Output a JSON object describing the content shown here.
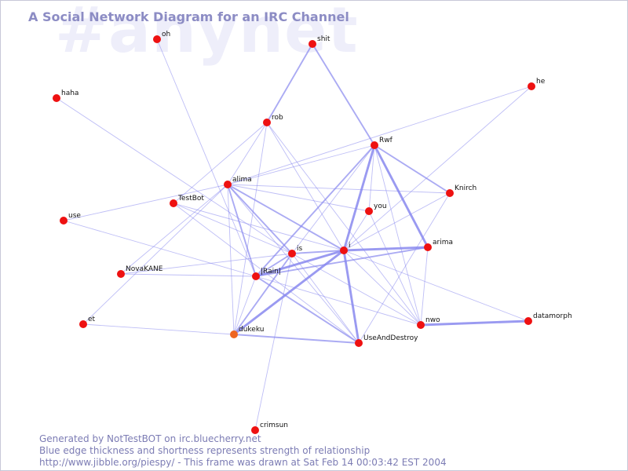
{
  "watermark": "#anynet",
  "title": "A Social Network Diagram for an IRC Channel",
  "footer": {
    "line1": "Generated by NotTestBOT on irc.bluecherry.net",
    "line2": "Blue edge thickness and shortness represents strength of relationship",
    "line3": "http://www.jibble.org/piespy/ - This frame was drawn at Sat Feb 14 00:03:42 EST 2004"
  },
  "colors": {
    "edge": "#8888ee",
    "node": "#ee1111",
    "node_highlight": "#ee6622",
    "title": "#8c8cc4",
    "watermark": "#eeeefa",
    "footer": "#7c7cb4"
  },
  "nodes": [
    {
      "id": "oh",
      "label": "oh",
      "color": "#ee1111"
    },
    {
      "id": "shit",
      "label": "shit",
      "color": "#ee1111"
    },
    {
      "id": "he",
      "label": "he",
      "color": "#ee1111"
    },
    {
      "id": "haha",
      "label": "haha",
      "color": "#ee1111"
    },
    {
      "id": "rob",
      "label": "rob",
      "color": "#ee1111"
    },
    {
      "id": "Rwf",
      "label": "Rwf",
      "color": "#ee1111"
    },
    {
      "id": "alima",
      "label": "alima",
      "color": "#ee1111"
    },
    {
      "id": "Knirch",
      "label": "Knirch",
      "color": "#ee1111"
    },
    {
      "id": "TestBot",
      "label": "TestBot",
      "color": "#ee1111"
    },
    {
      "id": "you",
      "label": "you",
      "color": "#ee1111"
    },
    {
      "id": "use",
      "label": "use",
      "color": "#ee1111"
    },
    {
      "id": "arima",
      "label": "arima",
      "color": "#ee1111"
    },
    {
      "id": "is",
      "label": "is",
      "color": "#ee1111"
    },
    {
      "id": "i",
      "label": "i",
      "color": "#ee1111"
    },
    {
      "id": "NovaKANE",
      "label": "NovaKANE",
      "color": "#ee1111"
    },
    {
      "id": "Rain",
      "label": "|Rain|",
      "color": "#ee1111"
    },
    {
      "id": "et",
      "label": "et",
      "color": "#ee1111"
    },
    {
      "id": "nwo",
      "label": "nwo",
      "color": "#ee1111"
    },
    {
      "id": "datamorph",
      "label": "datamorph",
      "color": "#ee1111"
    },
    {
      "id": "dukeku",
      "label": "dukeku",
      "color": "#ee6622"
    },
    {
      "id": "UseAndDestroy",
      "label": "UseAndDestroy",
      "color": "#ee1111"
    },
    {
      "id": "crimsun",
      "label": "crimsun",
      "color": "#ee1111"
    }
  ],
  "edges": [
    {
      "source": "oh",
      "target": "Rain",
      "weight": 1
    },
    {
      "source": "shit",
      "target": "rob",
      "weight": 2
    },
    {
      "source": "shit",
      "target": "Rwf",
      "weight": 2
    },
    {
      "source": "he",
      "target": "alima",
      "weight": 1
    },
    {
      "source": "he",
      "target": "i",
      "weight": 1
    },
    {
      "source": "haha",
      "target": "is",
      "weight": 1
    },
    {
      "source": "rob",
      "target": "alima",
      "weight": 1
    },
    {
      "source": "rob",
      "target": "i",
      "weight": 1
    },
    {
      "source": "rob",
      "target": "TestBot",
      "weight": 1
    },
    {
      "source": "rob",
      "target": "nwo",
      "weight": 1
    },
    {
      "source": "rob",
      "target": "dukeku",
      "weight": 1
    },
    {
      "source": "Rwf",
      "target": "alima",
      "weight": 1
    },
    {
      "source": "Rwf",
      "target": "i",
      "weight": 3
    },
    {
      "source": "Rwf",
      "target": "you",
      "weight": 1
    },
    {
      "source": "Rwf",
      "target": "arima",
      "weight": 3
    },
    {
      "source": "Rwf",
      "target": "is",
      "weight": 1
    },
    {
      "source": "Rwf",
      "target": "Rain",
      "weight": 2
    },
    {
      "source": "Rwf",
      "target": "Knirch",
      "weight": 2
    },
    {
      "source": "Rwf",
      "target": "nwo",
      "weight": 1
    },
    {
      "source": "alima",
      "target": "Knirch",
      "weight": 1
    },
    {
      "source": "alima",
      "target": "you",
      "weight": 1
    },
    {
      "source": "alima",
      "target": "i",
      "weight": 2
    },
    {
      "source": "alima",
      "target": "is",
      "weight": 2
    },
    {
      "source": "alima",
      "target": "Rain",
      "weight": 2
    },
    {
      "source": "alima",
      "target": "dukeku",
      "weight": 1
    },
    {
      "source": "alima",
      "target": "UseAndDestroy",
      "weight": 1
    },
    {
      "source": "alima",
      "target": "et",
      "weight": 1
    },
    {
      "source": "alima",
      "target": "NovaKANE",
      "weight": 1
    },
    {
      "source": "TestBot",
      "target": "is",
      "weight": 1
    },
    {
      "source": "TestBot",
      "target": "i",
      "weight": 1
    },
    {
      "source": "TestBot",
      "target": "UseAndDestroy",
      "weight": 1
    },
    {
      "source": "use",
      "target": "alima",
      "weight": 1
    },
    {
      "source": "use",
      "target": "Rain",
      "weight": 1
    },
    {
      "source": "Knirch",
      "target": "i",
      "weight": 1
    },
    {
      "source": "Knirch",
      "target": "UseAndDestroy",
      "weight": 1
    },
    {
      "source": "you",
      "target": "i",
      "weight": 1
    },
    {
      "source": "you",
      "target": "nwo",
      "weight": 1
    },
    {
      "source": "arima",
      "target": "i",
      "weight": 3
    },
    {
      "source": "arima",
      "target": "Rain",
      "weight": 2
    },
    {
      "source": "arima",
      "target": "nwo",
      "weight": 1
    },
    {
      "source": "is",
      "target": "i",
      "weight": 2
    },
    {
      "source": "is",
      "target": "Rain",
      "weight": 2
    },
    {
      "source": "is",
      "target": "dukeku",
      "weight": 2
    },
    {
      "source": "is",
      "target": "UseAndDestroy",
      "weight": 1
    },
    {
      "source": "is",
      "target": "nwo",
      "weight": 1
    },
    {
      "source": "is",
      "target": "NovaKANE",
      "weight": 1
    },
    {
      "source": "is",
      "target": "crimsun",
      "weight": 1
    },
    {
      "source": "i",
      "target": "Rain",
      "weight": 3
    },
    {
      "source": "i",
      "target": "dukeku",
      "weight": 3
    },
    {
      "source": "i",
      "target": "UseAndDestroy",
      "weight": 3
    },
    {
      "source": "i",
      "target": "nwo",
      "weight": 1
    },
    {
      "source": "i",
      "target": "datamorph",
      "weight": 1
    },
    {
      "source": "Rain",
      "target": "UseAndDestroy",
      "weight": 2
    },
    {
      "source": "Rain",
      "target": "nwo",
      "weight": 1
    },
    {
      "source": "Rain",
      "target": "dukeku",
      "weight": 1
    },
    {
      "source": "NovaKANE",
      "target": "Rain",
      "weight": 1
    },
    {
      "source": "nwo",
      "target": "datamorph",
      "weight": 3
    },
    {
      "source": "et",
      "target": "dukeku",
      "weight": 1
    },
    {
      "source": "dukeku",
      "target": "UseAndDestroy",
      "weight": 2
    }
  ]
}
